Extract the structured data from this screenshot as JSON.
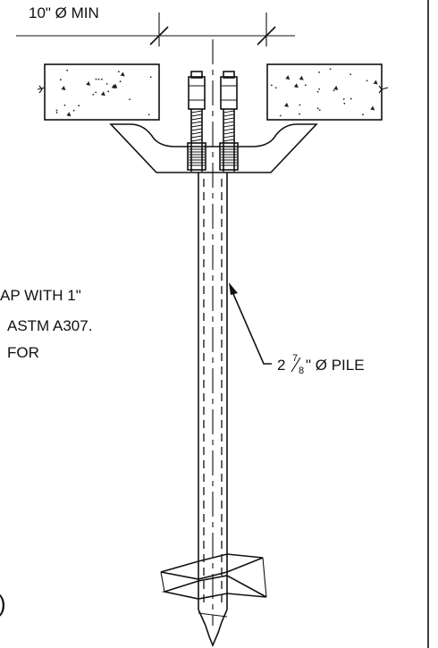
{
  "dimension": {
    "text": "10\" Ø MIN"
  },
  "notes": {
    "line1": "AP WITH 1\"",
    "line2": "ASTM A307.",
    "line3": "FOR"
  },
  "pile_callout": {
    "prefix": "2 ",
    "numerator": "7",
    "denominator": "8",
    "suffix": "\" Ø PILE"
  },
  "edge_mark": {
    "text": ")"
  }
}
